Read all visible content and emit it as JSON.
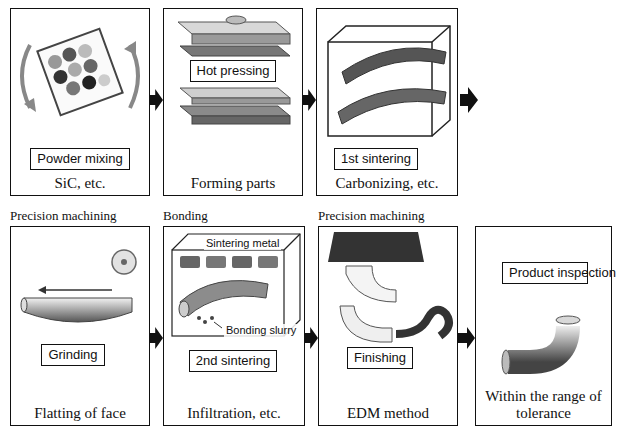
{
  "diagram": {
    "nodes": [
      {
        "text": [
          "SiC, etc."
        ]
      },
      {
        "text": [
          "Powder mixing"
        ],
        "in": 0
      },
      {
        "text": [
          "Forming parts"
        ]
      },
      {
        "text": [
          "Hot pressing"
        ],
        "in": 2
      },
      {
        "text": [
          "Carbonizing, etc."
        ]
      },
      {
        "text": [
          "1st sintering"
        ],
        "in": 4
      },
      {
        "text": [
          "Precision machining",
          "Flatting of face"
        ]
      },
      {
        "text": [
          "Grinding"
        ],
        "in": 6
      },
      {
        "text": [
          "Bonding",
          "Infiltration, etc."
        ]
      },
      {
        "text": [
          "2nd sintering"
        ],
        "in": 8
      },
      {
        "text": [
          "Precision machining",
          "EDM method"
        ]
      },
      {
        "text": [
          "Finishing"
        ],
        "in": 10
      },
      {
        "text": [
          "Within the range of tolerance"
        ]
      },
      {
        "text": [
          "Product inspection"
        ],
        "in": 12
      }
    ],
    "edges": [
      {
        "from": 0,
        "to": 2,
        "arrow": "to"
      },
      {
        "from": 2,
        "to": 4,
        "arrow": "to"
      },
      {
        "from": 6,
        "to": 8,
        "arrow": "to"
      },
      {
        "from": 8,
        "to": 10,
        "arrow": "to"
      },
      {
        "from": 10,
        "to": 12,
        "arrow": "to"
      }
    ],
    "labels": [
      "Sintering metal",
      "Bonding slurry"
    ]
  }
}
